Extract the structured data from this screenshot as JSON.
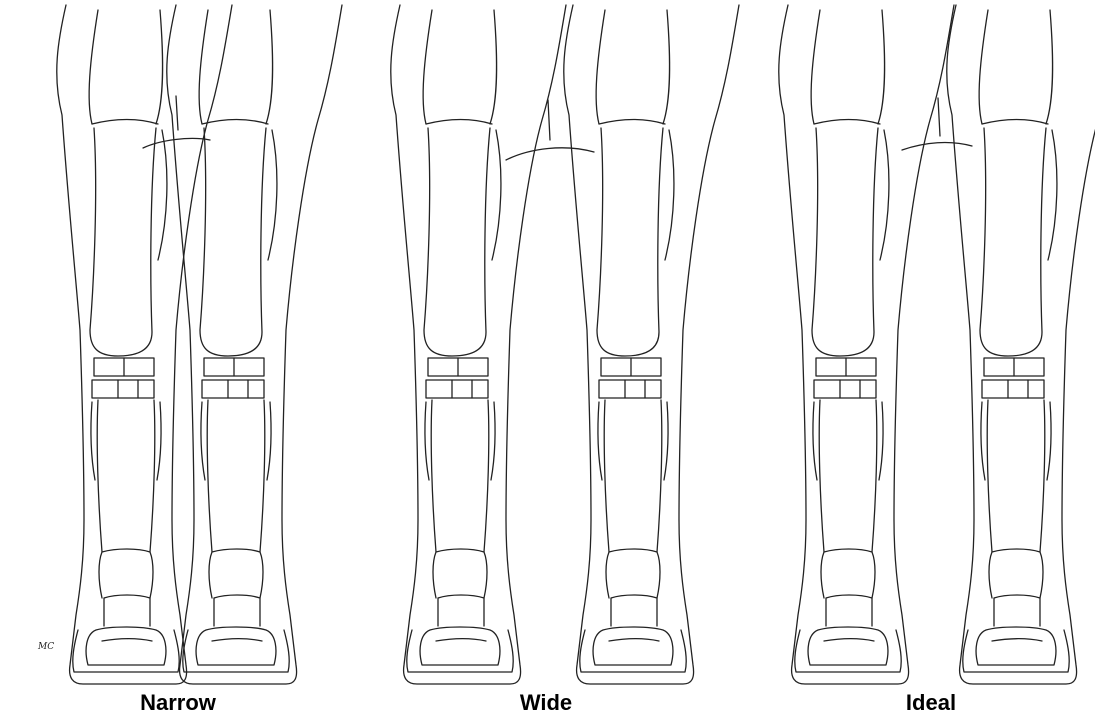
{
  "panels": [
    {
      "label": "Narrow"
    },
    {
      "label": "Wide"
    },
    {
      "label": "Ideal"
    }
  ],
  "artist_initials": "MC",
  "colors": {
    "line": "#222222",
    "background": "#ffffff",
    "text": "#000000"
  }
}
